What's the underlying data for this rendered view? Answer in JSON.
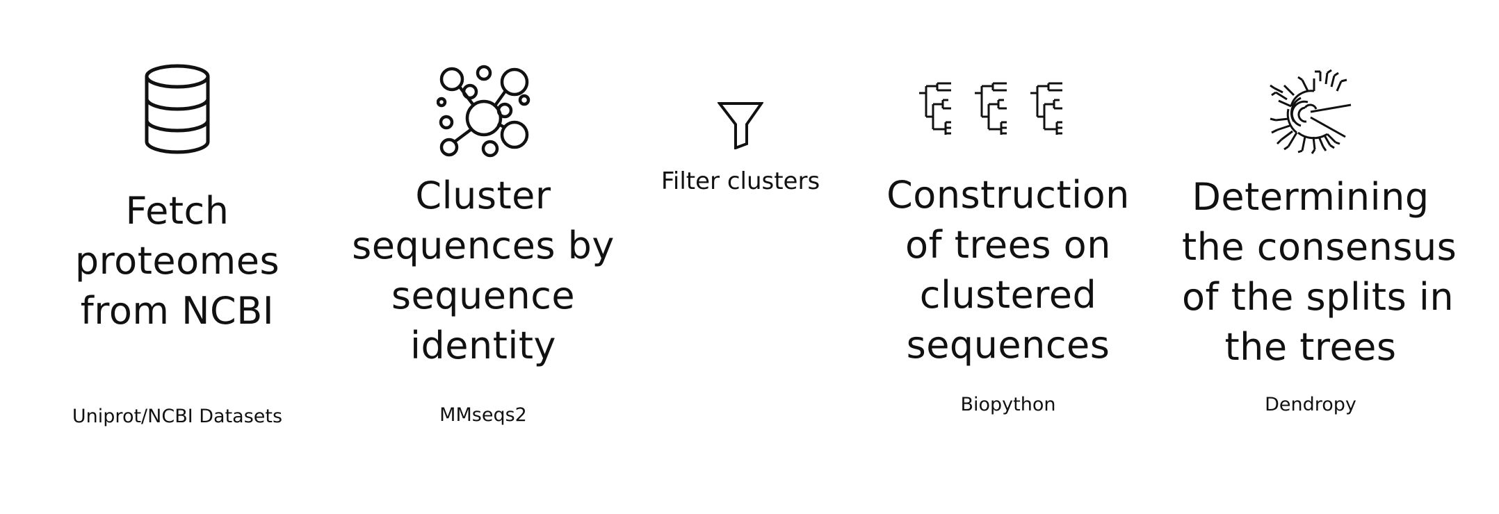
{
  "steps": [
    {
      "title_lines": [
        "Fetch",
        "proteomes",
        "from NCBI"
      ],
      "tool": "Uniprot/NCBI Datasets",
      "icon": "database-icon"
    },
    {
      "title_lines": [
        "Cluster",
        "sequences by",
        "sequence",
        "identity"
      ],
      "tool": "MMseqs2",
      "icon": "network-cluster-icon"
    },
    {
      "title_lines": [
        "Filter clusters"
      ],
      "tool": "",
      "icon": "funnel-icon"
    },
    {
      "title_lines": [
        "Construction",
        "of trees on",
        "clustered",
        "sequences"
      ],
      "tool": "Biopython",
      "icon": "trees-icon"
    },
    {
      "title_lines": [
        "Determining",
        "the consensus",
        "of the splits in",
        "the trees"
      ],
      "tool": "Dendropy",
      "icon": "circular-tree-icon"
    }
  ]
}
